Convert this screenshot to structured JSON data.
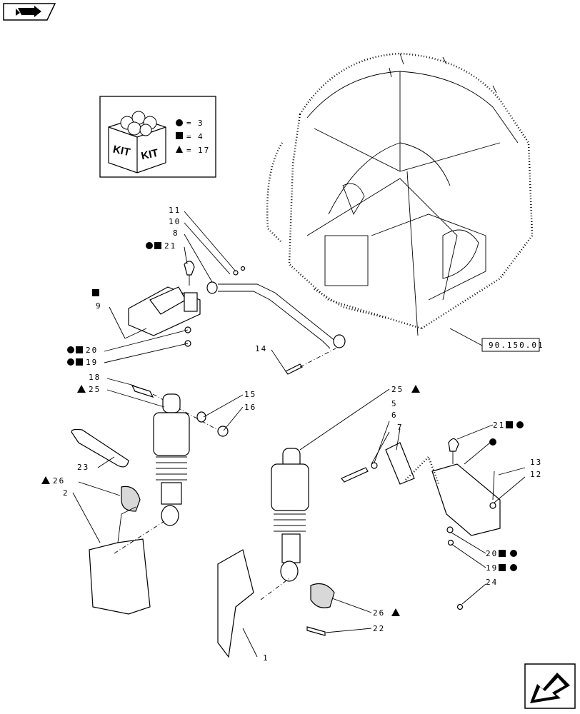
{
  "kit_legend": {
    "kit_word": "KIT",
    "circle_value": "3",
    "square_value": "4",
    "triangle_value": "17",
    "equals": "="
  },
  "reference": "90.150.01",
  "labels": {
    "l1": "1",
    "l2": "2",
    "l5": "5",
    "l6": "6",
    "l7": "7",
    "l8": "8",
    "l9": "9",
    "l10": "10",
    "l11": "11",
    "l12": "12",
    "l13": "13",
    "l14": "14",
    "l15": "15",
    "l16": "16",
    "l18": "18",
    "l19a": "19",
    "l19b": "19",
    "l20a": "20",
    "l20b": "20",
    "l21a": "21",
    "l21b": "21",
    "l22": "22",
    "l23": "23",
    "l24": "24",
    "l25a": "25",
    "l25b": "25",
    "l26a": "26",
    "l26b": "26"
  },
  "icons": {
    "top_left": "book-arrow-icon",
    "bottom_right": "next-page-arrow-icon"
  }
}
